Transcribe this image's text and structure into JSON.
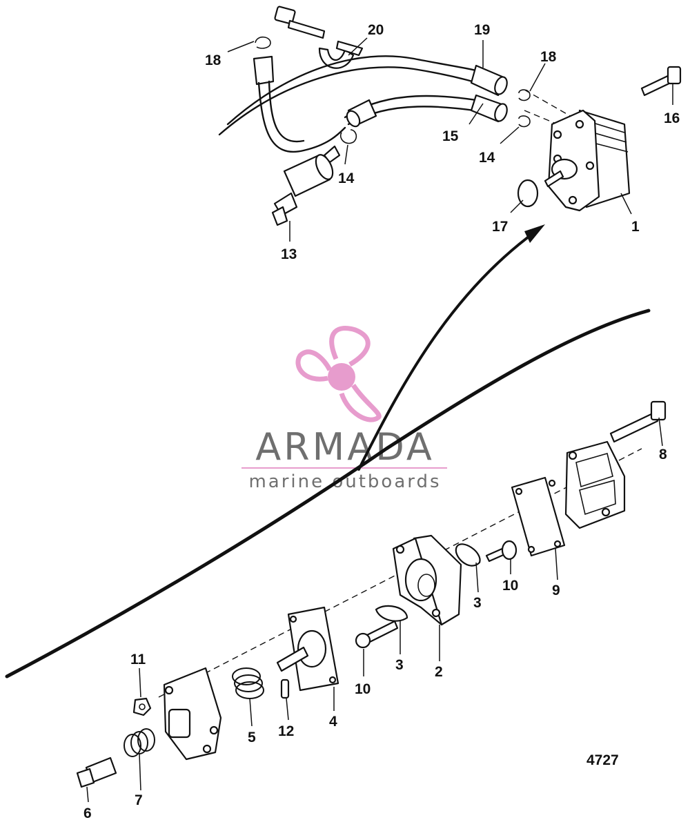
{
  "diagram_code": "4727",
  "watermark": {
    "brand": "ARMADA",
    "tagline": "marine outboards",
    "brand_color": "#6f6f6f",
    "propeller_color": "#e79ccd"
  },
  "callouts": {
    "c1": "1",
    "c2": "2",
    "c3a": "3",
    "c3b": "3",
    "c4": "4",
    "c5": "5",
    "c6": "6",
    "c7": "7",
    "c8": "8",
    "c9": "9",
    "c10a": "10",
    "c10b": "10",
    "c11": "11",
    "c12": "12",
    "c13": "13",
    "c14a": "14",
    "c14b": "14",
    "c15": "15",
    "c16": "16",
    "c17": "17",
    "c18a": "18",
    "c18b": "18",
    "c19": "19",
    "c20": "20"
  }
}
